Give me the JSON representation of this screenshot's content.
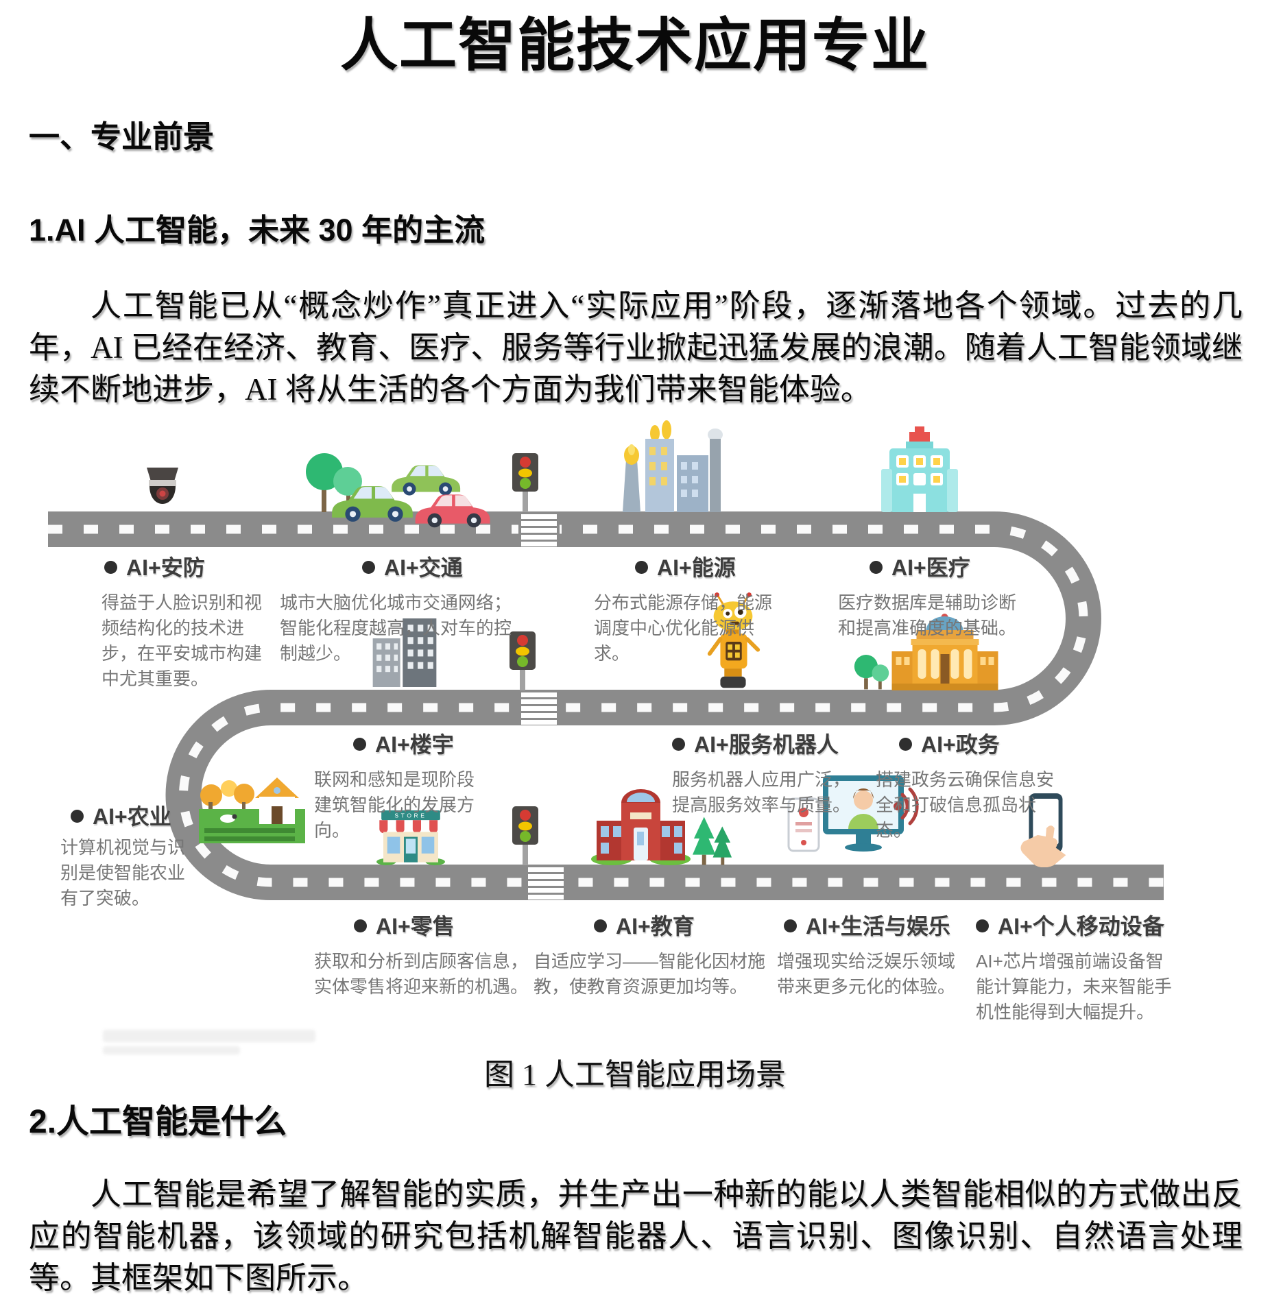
{
  "doc": {
    "title": "人工智能技术应用专业",
    "section1_heading": "一、专业前景",
    "sub1_heading": "1.AI 人工智能，未来 30 年的主流",
    "para1": "人工智能已从“概念炒作”真正进入“实际应用”阶段，逐渐落地各个领域。过去的几年，AI 已经在经济、教育、医疗、服务等行业掀起迅猛发展的浪潮。随着人工智能领域继续不断地进步，AI 将从生活的各个方面为我们带来智能体验。",
    "figure_caption": "图 1  人工智能应用场景",
    "sub2_heading": "2.人工智能是什么",
    "para2": "人工智能是希望了解智能的实质，并生产出一种新的能以人类智能相似的方式做出反应的智能机器，该领域的研究包括机解智能器人、语言识别、图像识别、自然语言处理等。其框架如下图所示。"
  },
  "figure": {
    "store_sign": "STORE",
    "road_color": "#8b8b8b",
    "items": [
      {
        "id": "security",
        "label": "AI+安防",
        "desc": "得益于人脸识别和视频结构化的技术进步，在平安城市构建中尤其重要。"
      },
      {
        "id": "traffic",
        "label": "AI+交通",
        "desc": "城市大脑优化城市交通网络；智能化程度越高，人对车的控制越少。"
      },
      {
        "id": "energy",
        "label": "AI+能源",
        "desc": "分布式能源存储，能源调度中心优化能源供求。"
      },
      {
        "id": "medical",
        "label": "AI+医疗",
        "desc": "医疗数据库是辅助诊断和提高准确度的基础。"
      },
      {
        "id": "building",
        "label": "AI+楼宇",
        "desc": "联网和感知是现阶段建筑智能化的发展方向。"
      },
      {
        "id": "service-robot",
        "label": "AI+服务机器人",
        "desc": "服务机器人应用广泛，提高服务效率与质量。"
      },
      {
        "id": "government",
        "label": "AI+政务",
        "desc": "搭建政务云确保信息安全和打破信息孤岛状态。"
      },
      {
        "id": "agriculture",
        "label": "AI+农业",
        "desc": "计算机视觉与识别是使智能农业有了突破。"
      },
      {
        "id": "retail",
        "label": "AI+零售",
        "desc": "获取和分析到店顾客信息，实体零售将迎来新的机遇。"
      },
      {
        "id": "education",
        "label": "AI+教育",
        "desc": "自适应学习——智能化因材施教，使教育资源更加均等。"
      },
      {
        "id": "life",
        "label": "AI+生活与娱乐",
        "desc": "增强现实给泛娱乐领域带来更多元化的体验。"
      },
      {
        "id": "mobile",
        "label": "AI+个人移动设备",
        "desc": "AI+芯片增强前端设备智能计算能力，未来智能手机性能得到大幅提升。"
      }
    ]
  }
}
